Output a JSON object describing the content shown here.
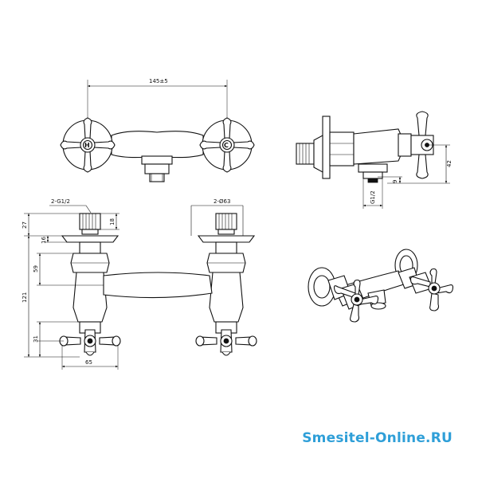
{
  "colors": {
    "line": "#111111",
    "background": "#ffffff",
    "watermark": "#2f9fd8"
  },
  "top_view": {
    "dim_center": "145±5"
  },
  "side_view": {
    "dim_height": "42",
    "dim_small": "9",
    "dim_thread": "G1/2"
  },
  "front_view": {
    "label_thread": "2-G1/2",
    "label_flange": "2-Ø63",
    "dim_total": "121",
    "dim_27": "27",
    "dim_59": "59",
    "dim_16": "16",
    "dim_18": "18",
    "dim_31": "31",
    "dim_65": "65"
  },
  "watermark": {
    "text": "Smesitel-Online.RU"
  }
}
